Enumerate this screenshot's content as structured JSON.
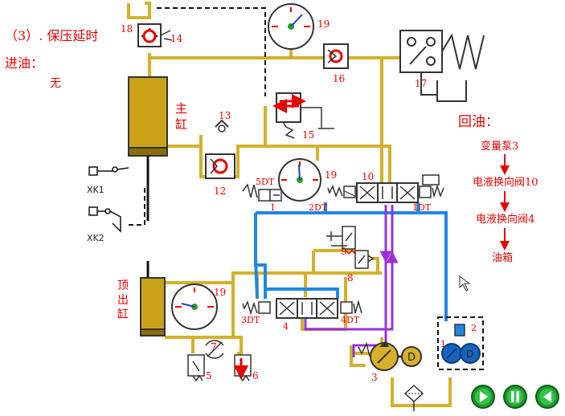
{
  "page": {
    "heading": "（3）. 保压延时",
    "oil_in_label": "进油：",
    "oil_in_value": "无",
    "oil_return_label": "回油：",
    "return_path": [
      "变量泵3",
      "电液换向阀10",
      "电液换向阀4",
      "油箱"
    ]
  },
  "labels": {
    "main_cylinder": "主\n缸",
    "ejector_cylinder": "顶\n出\n缸",
    "xk1": "XK1",
    "xk2": "XK2",
    "n18": "18",
    "n14": "14",
    "n19a": "19",
    "n16": "16",
    "n17": "17",
    "n15": "15",
    "n13": "13",
    "n12": "12",
    "n19b": "19",
    "n10": "10",
    "n9": "9",
    "n8": "8",
    "n19c": "19",
    "n7": "7",
    "n5": "5",
    "n6": "6",
    "n4": "4",
    "n3": "3",
    "n1": "1",
    "n2": "2",
    "dt5": "5DT",
    "dt2": "2DT",
    "dt1": "1DT",
    "dt3": "3DT",
    "dt4": "4DT",
    "motor_d1": "D",
    "motor_d2": "D"
  },
  "colors": {
    "pipe_gold": "#d4b12a",
    "pipe_blue": "#1e88e5",
    "pipe_purple": "#9b30d9",
    "text_red": "#e60000",
    "cylinder_fill": "#c9a21a",
    "pump_fill": "#d8b02c",
    "motor_fill": "#1565c0",
    "button_green": "#1e9a2c"
  },
  "controls": {
    "play_icon": "play-icon",
    "pause_icon": "pause-icon",
    "back_icon": "back-icon"
  }
}
